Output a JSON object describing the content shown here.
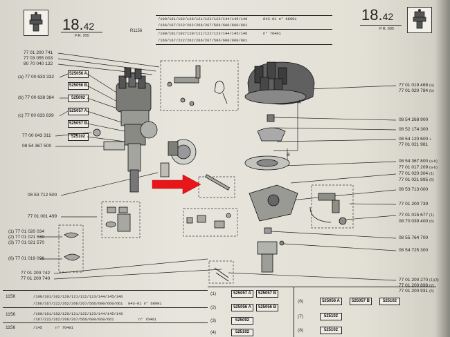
{
  "header": {
    "left_page": "18.",
    "left_page_sub": "42",
    "left_pr": "P.R. 995",
    "right_page": "18.",
    "right_page_sub": "42",
    "right_pr": "P.R. 995",
    "model_code": "R1156",
    "model_line1": "/100/101/102/120/121/122/123/144/145/146",
    "model_ref1": "843-01 n° 68991",
    "model_line2": "/166/167/222/262/266/267/566/600/660/661",
    "model_line3": "/100/101/102/120/121/122/123/144/145/146",
    "model_ref2": "n° 76401",
    "model_line4": "/166/167/222/262/266/267/566/600/660/661"
  },
  "left_parts": [
    {
      "code": "77 01 200 741"
    },
    {
      "code": "77 03 055 003"
    },
    {
      "code": "80 70 040 122"
    },
    {
      "code": "(a) 77 00 633 332"
    },
    {
      "code": "(b) 77 00 638 384"
    },
    {
      "code": "(c) 77 00 633 839"
    },
    {
      "code": "77 00 643 311"
    },
    {
      "code": "08 54 367 500"
    },
    {
      "code": "08 53 712 500"
    },
    {
      "code": "77 01 001 499"
    },
    {
      "code": "(1) 77 01 020 034"
    },
    {
      "code": "(2) 77 01 021 560"
    },
    {
      "code": "(3) 77 01 021 570"
    },
    {
      "code": "(6) 77 01 019 098"
    },
    {
      "code": "77 01 200 742"
    },
    {
      "code": "77 01 200 740"
    }
  ],
  "left_boxes": [
    "525056 A",
    "525056 B",
    "525092",
    "525057 A",
    "525057 B",
    "525102"
  ],
  "right_parts": [
    {
      "code": "77 01 019 468",
      "note": "(a)"
    },
    {
      "code": "77 01 020 784",
      "note": "(b)"
    },
    {
      "code": "08 54 268 900"
    },
    {
      "code": "08 52 174 300"
    },
    {
      "code": "08 54 120 600",
      "note": "+"
    },
    {
      "code": "77 01 021 981"
    },
    {
      "code": "08 54 367 800",
      "note": "(a-b)"
    },
    {
      "code": "77 01 017 209",
      "note": "(a-b)"
    },
    {
      "code": "77 01 020 304",
      "note": "(1)"
    },
    {
      "code": "77 01 021 895",
      "note": "(6)"
    },
    {
      "code": "08 53 713 000"
    },
    {
      "code": "77 01 200 739"
    },
    {
      "code": "77 01 015 677",
      "note": "(1)"
    },
    {
      "code": "08 70 039 400",
      "note": "(6)"
    },
    {
      "code": "08 55 764 700"
    },
    {
      "code": "08 54 725 300"
    },
    {
      "code": "77 01 200 270",
      "note": "(1)(3)"
    },
    {
      "code": "77 01 200 898",
      "note": "(2)"
    },
    {
      "code": "77 01 200 931",
      "note": "(6)"
    }
  ],
  "labels": {
    "a": "A",
    "b": "B"
  },
  "footer": {
    "code1": "1156",
    "line1": "/100/101/102/120/121/122/123/144/145/146",
    "line2": "/166/167/222/262/266/267/566/600/660/661",
    "ref1": "843-01 n° 68991",
    "code2": "1156",
    "line3": "/100/101/102/120/121/122/123/144/145/146",
    "line4": "/167/222/262/266/267/566/600/660/661",
    "ref2": "n° 76401",
    "code3": "1156",
    "line5": "/145",
    "ref3": "n° 76401",
    "row1": {
      "num": "(1)",
      "b1": "525057 A",
      "b2": "525057 B"
    },
    "row2": {
      "num": "(2)",
      "b1": "525056 A",
      "b2": "525056 B"
    },
    "row3": {
      "num": "(3)",
      "b1": "525092"
    },
    "row4": {
      "num": "(4)",
      "b1": "525102"
    },
    "row6": {
      "num": "(6)",
      "b1": "525056 A",
      "b2": "525057 B",
      "b3": "525102"
    },
    "row7": {
      "num": "(7)",
      "b1": "525102"
    },
    "row8": {
      "num": "(8)",
      "b1": "525102"
    }
  },
  "colors": {
    "arrow": "#e8161a",
    "paper": "#e5e3da",
    "ink": "#1e1e1e"
  }
}
